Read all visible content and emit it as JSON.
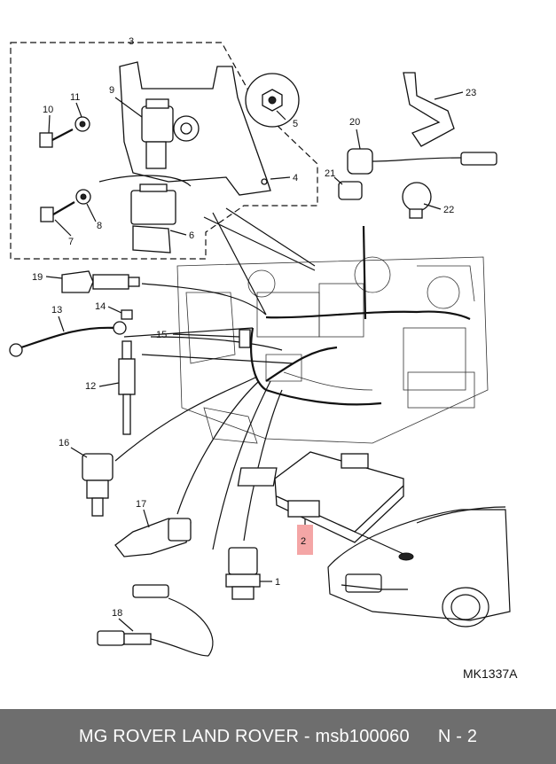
{
  "diagram": {
    "reference_code": "MK1337A",
    "highlight_color": "#f4a6a6",
    "callouts": [
      "1",
      "2",
      "3",
      "4",
      "5",
      "6",
      "7",
      "8",
      "9",
      "10",
      "11",
      "12",
      "13",
      "14",
      "15",
      "16",
      "17",
      "18",
      "19",
      "20",
      "21",
      "22",
      "23"
    ]
  },
  "footer": {
    "brand_text": "MG ROVER LAND ROVER - msb100060",
    "page_label": "N - 2",
    "background": "#6e6e6e"
  }
}
